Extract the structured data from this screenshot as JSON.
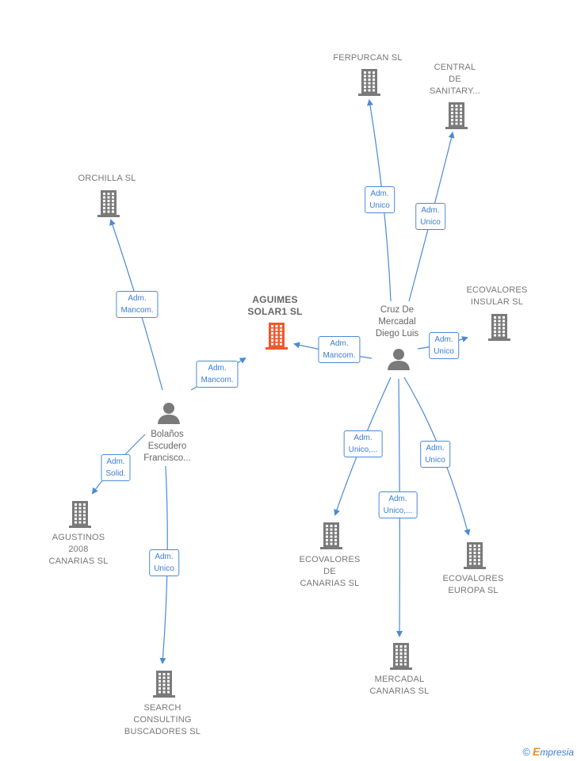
{
  "companies": [
    {
      "id": "ferpurcan",
      "label_lines": [
        "FERPURCAN SL"
      ],
      "highlight": false
    },
    {
      "id": "central",
      "label_lines": [
        "CENTRAL",
        "DE",
        "SANITARY..."
      ],
      "highlight": false
    },
    {
      "id": "orchilla",
      "label_lines": [
        "ORCHILLA SL"
      ],
      "highlight": false
    },
    {
      "id": "aguimes",
      "label_lines": [
        "AGUIMES",
        "SOLAR1  SL"
      ],
      "highlight": true
    },
    {
      "id": "ecov_insular",
      "label_lines": [
        "ECOVALORES",
        "INSULAR  SL"
      ],
      "highlight": false
    },
    {
      "id": "agustinos",
      "label_lines": [
        "AGUSTINOS",
        "2008",
        "CANARIAS  SL"
      ],
      "highlight": false
    },
    {
      "id": "ecov_canarias",
      "label_lines": [
        "ECOVALORES",
        "DE",
        "CANARIAS SL"
      ],
      "highlight": false
    },
    {
      "id": "ecov_europa",
      "label_lines": [
        "ECOVALORES",
        "EUROPA  SL"
      ],
      "highlight": false
    },
    {
      "id": "mercadal",
      "label_lines": [
        "MERCADAL",
        "CANARIAS  SL"
      ],
      "highlight": false
    },
    {
      "id": "search",
      "label_lines": [
        "SEARCH",
        "CONSULTING",
        "BUSCADORES SL"
      ],
      "highlight": false
    }
  ],
  "persons": [
    {
      "id": "cruz",
      "label_lines": [
        "Cruz De",
        "Mercadal",
        "Diego Luis"
      ]
    },
    {
      "id": "bolanos",
      "label_lines": [
        "Bolaños",
        "Escudero",
        "Francisco..."
      ]
    }
  ],
  "relations": [
    {
      "from": "cruz",
      "to": "ferpurcan",
      "label_lines": [
        "Adm.",
        "Unico"
      ]
    },
    {
      "from": "cruz",
      "to": "central",
      "label_lines": [
        "Adm.",
        "Unico"
      ]
    },
    {
      "from": "cruz",
      "to": "aguimes",
      "label_lines": [
        "Adm.",
        "Mancom."
      ]
    },
    {
      "from": "cruz",
      "to": "ecov_insular",
      "label_lines": [
        "Adm.",
        "Unico"
      ]
    },
    {
      "from": "cruz",
      "to": "ecov_canarias",
      "label_lines": [
        "Adm.",
        "Unico,..."
      ]
    },
    {
      "from": "cruz",
      "to": "mercadal",
      "label_lines": [
        "Adm.",
        "Unico,..."
      ]
    },
    {
      "from": "cruz",
      "to": "ecov_europa",
      "label_lines": [
        "Adm.",
        "Unico"
      ]
    },
    {
      "from": "bolanos",
      "to": "orchilla",
      "label_lines": [
        "Adm.",
        "Mancom."
      ]
    },
    {
      "from": "bolanos",
      "to": "aguimes",
      "label_lines": [
        "Adm.",
        "Mancom."
      ]
    },
    {
      "from": "bolanos",
      "to": "agustinos",
      "label_lines": [
        "Adm.",
        "Solid."
      ]
    },
    {
      "from": "bolanos",
      "to": "search",
      "label_lines": [
        "Adm.",
        "Unico"
      ]
    }
  ],
  "colors": {
    "company_icon": "#7a7a7a",
    "highlight_icon": "#f0592a",
    "person_icon": "#7a7a7a",
    "edge": "#4a8ad6"
  },
  "brand": {
    "copyright": "©",
    "name_first": "E",
    "name_rest": "mpresia"
  }
}
